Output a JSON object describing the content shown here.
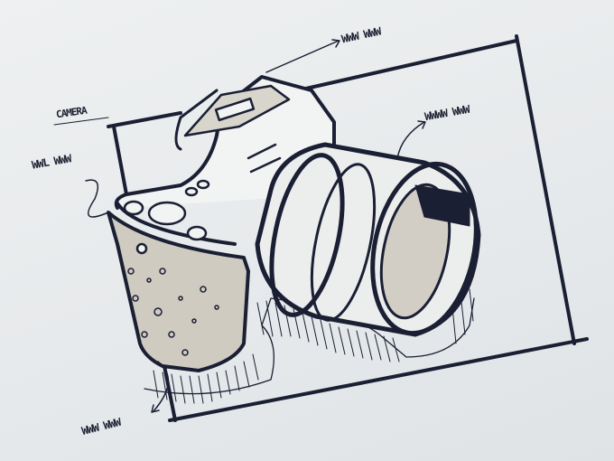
{
  "image": {
    "subject": "Hand-drawn marker sketch of a DSLR-style camera in perspective inside a rectangular frame",
    "colors": {
      "paper": "#e9ecee",
      "ink": "#1a1f33",
      "marker_gray": "#c9c4b8"
    }
  },
  "annotations": {
    "camera_label": "CAMERA",
    "top_label": "WWW WWW",
    "lens_label": "WWWW WWW",
    "left_label": "WWL WWW",
    "bottom_label": "WWW WWW"
  }
}
